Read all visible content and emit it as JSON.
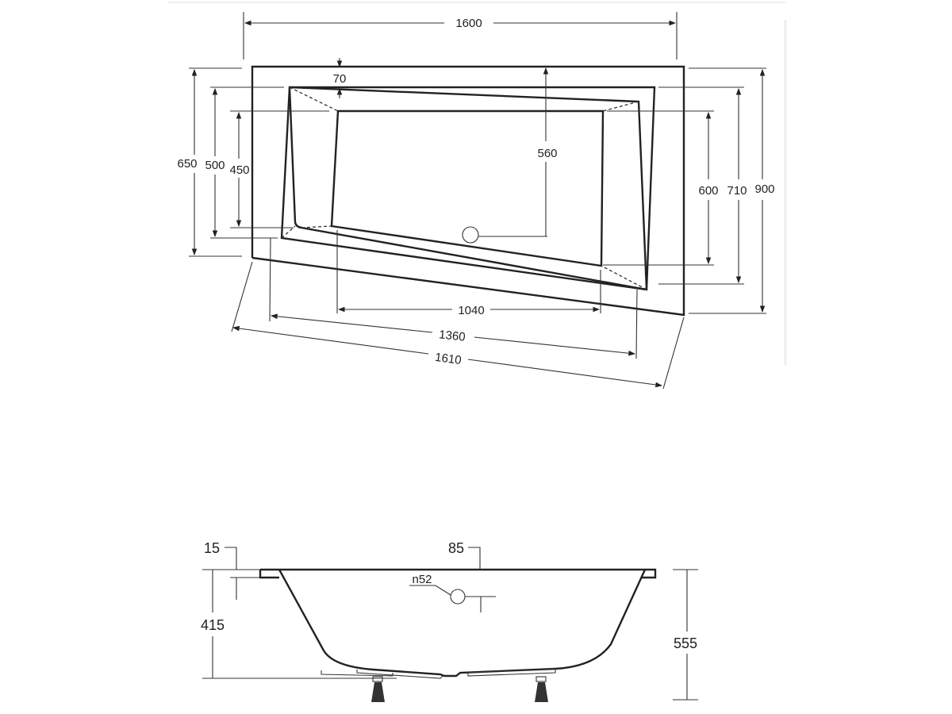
{
  "top_view": {
    "dims": {
      "overall_length": "1600",
      "overall_width": "900",
      "left_depth": "650",
      "left_rim": "500",
      "left_basin": "450",
      "rim_width": "70",
      "drain_offset": "560",
      "right_basin": "600",
      "right_rim": "710",
      "basin_bottom": "1040",
      "rim_bottom": "1360",
      "front_length": "1610"
    }
  },
  "side_view": {
    "dims": {
      "rim_thickness": "15",
      "overflow_offset": "85",
      "overflow_diameter": "n52",
      "depth": "415",
      "total_height": "555"
    }
  }
}
